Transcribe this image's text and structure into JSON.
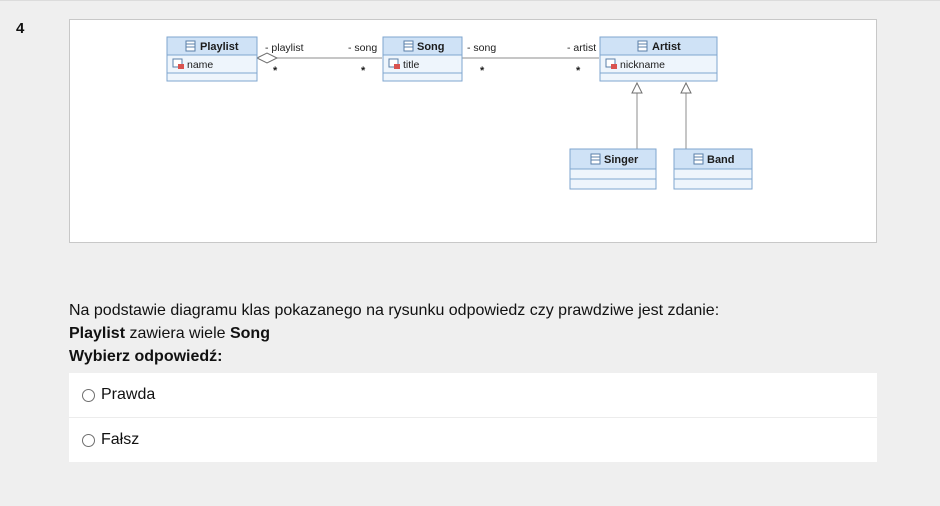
{
  "question": {
    "number": "4",
    "prompt": "Na podstawie diagramu klas pokazanego na rysunku odpowiedz czy prawdziwe jest zdanie:",
    "statement": {
      "subject": "Playlist",
      "middle": " zawiera wiele ",
      "object": "Song"
    },
    "choose_label": "Wybierz odpowiedź:",
    "options": [
      {
        "label": "Prawda",
        "selected": false
      },
      {
        "label": "Fałsz",
        "selected": false
      }
    ]
  },
  "diagram": {
    "classes": {
      "playlist": {
        "name": "Playlist",
        "attribute": "name"
      },
      "song": {
        "name": "Song",
        "attribute": "title"
      },
      "artist": {
        "name": "Artist",
        "attribute": "nickname"
      },
      "singer": {
        "name": "Singer"
      },
      "band": {
        "name": "Band"
      }
    },
    "associations": {
      "playlist_song": {
        "role_left": "- playlist",
        "role_right": "- song",
        "mult_left": "*",
        "mult_right": "*"
      },
      "song_artist": {
        "role_left": "- song",
        "role_right": "- artist",
        "mult_left": "*",
        "mult_right": "*"
      }
    },
    "colors": {
      "header_fill": "#cfe2f6",
      "body_fill": "#eef5fc",
      "border": "#7fa6cf",
      "line": "#8c8c8c"
    }
  }
}
